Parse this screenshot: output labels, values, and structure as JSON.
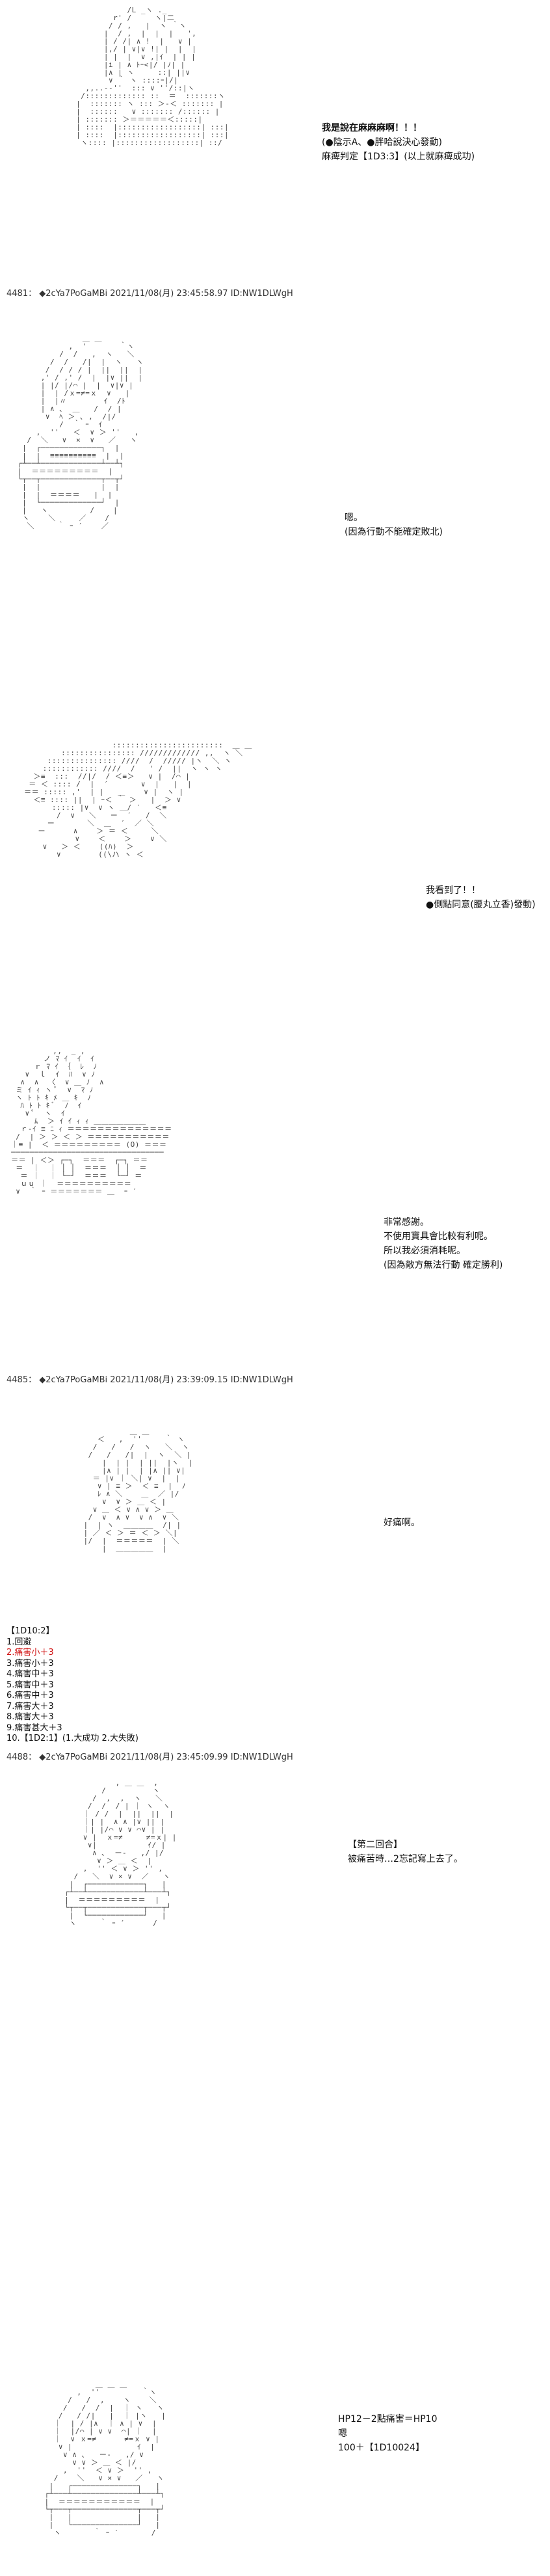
{
  "posts": [
    {
      "header": {
        "num": "4481：",
        "name": "◆2cYa7PoGaMBi",
        "date": "2021/11/08(月) 23:45:58.97",
        "id": "ID:NW1DLWgH"
      }
    },
    {
      "header": {
        "num": "4485：",
        "name": "◆2cYa7PoGaMBi",
        "date": "2021/11/08(月) 23:39:09.15",
        "id": "ID:NW1DLWgH"
      }
    },
    {
      "header": {
        "num": "4488：",
        "name": "◆2cYa7PoGaMBi",
        "date": "2021/11/08(月) 23:45:09.99",
        "id": "ID:NW1DLWgH"
      }
    }
  ],
  "blocks": {
    "b1": [
      "我是說在麻麻麻啊！！！",
      "(●陰示A、●胖哈說決心發動)",
      "麻痺判定【1D3:3】(以上就麻痺成功)"
    ],
    "b2": [
      "嗯。",
      "(因為行動不能確定敗北)"
    ],
    "b3": [
      "我看到了！！",
      "●側點同意(腰丸立香)發動)"
    ],
    "b4": [
      "非常感謝。",
      "不使用寶具會比較有利呢。",
      "所以我必須消耗呢。",
      "(因為敵方無法行動 確定勝利)"
    ],
    "b5": [
      "好痛啊。"
    ],
    "b6": [
      "【第二回合】",
      "被痛苦時…2忘記寫上去了。"
    ],
    "b7": [
      "HP12－2點痛害＝HP10",
      "嗯",
      "100＋【1D10024】"
    ]
  },
  "roll": {
    "title": "【1D10:2】",
    "items": [
      "1.回避",
      "2.痛害小＋3",
      "3.痛害小＋3",
      "4.痛害中＋3",
      "5.痛害中＋3",
      "6.痛害中＋3",
      "7.痛害大＋3",
      "8.痛害大＋3",
      "9.痛害甚大＋3",
      "10.【1D2:1】(1.大成功 2.大失敗)"
    ]
  },
  "art": {
    "a1": "            /L _ヽ ._\n         r' /     ヽ|二\n        / / ,   |  ヽ ｀ヽ\n       |  / ,  |  |  |   ',\n       | / /| ∧ !  |   ∨ |\n       |,/ | ∨|∨ !| |  |  |\n       | |  |  ∨ ,|ｲ  | | |\n       |i | ∧ ﾄｰ<|/ |ﾉ| |\n       |∧ | ヽ     ::| ||∨\n        ∨ ｀ ヽ ::::ｰ|/|\n   ,,..--''  ::: ∨ ''/::|ヽ\n  /::::::::::::: ::  ＝  :::::::ヽ\n |  ::::::: ヽ ::: ＞-＜ ::::::: |\n |  ::::::   ∨ ::::::: /:::::: |\n | ::::::: ＞＝＝＝＝＝＜:::::|\n | ::::  |::::::::::::::::::| :::|\n | ::::  |::::::::::::::::::| :::|\n  ヽ:::: |::::::::::::::::::| ::/",
    "a2": "               ＿ ＿\n            ,  '       ｀ヽ\n          /  /   ,  ヽ   ＼\n        /  /   /|  |  ヽ   ヽ\n       /  / / / |  ||  ||  |\n      ,' / ,' /  |  |∨ ||  |\n      | |/ |/⌒ |  |  ∨|∨ |\n      |  | /ｘ=≠=ｘ  ∨   |\n      |  |〃        ｲ  /ﾄ\n      | ∧ ､  ＿   /  / |\n       ∨  ﾍ ＞ ､ ,  /|/\n          /  ｀ ｰ  ｲ\n     ,  ''   ＜  ∨ ＞ ''   ,\n   /  ＼   ∨  ×  ∨   ／   ヽ\n  |  ┌─────────────┐  |\n  |  |  ≡≡≡≡≡≡≡≡≡≡  |  |\n ┌┴──┴─────────────┴──┴┐\n |  ＝＝＝＝＝＝＝＝＝  |\n └┬──┬─────────────┬──┬┘\n  |  |             |  |\n  |  |  ＝＝＝＝   |  |\n  |  └─────────────┘  |\n  |   ヽ         /    |\n  ヽ    ＼     ／    /\n   ＼     ｀ ｰ ′    ／",
    "a3": "                    ::::::::::::::::::::::::  ＿ ＿\n         :::::::::::::::: ///////////// ,,  ヽ ＼\n      ::::::::::::::: ////  /  ///// |ヽ  ＼ ヽ\n     :::::::::::: ////  /   ' /  ||  ヽ ヽ ヽ\n   ＞≡  :::  //|/  / ＜≡＞   ∨ |  /⌒ |\n  ＝ ＜ :::: /  |  ′       ∨  |   |  |\n ＝＝ ::::: ,'  | |   ＿    ∨ |  ヽ |\n   ＜≡ :::: ||  | ｰ＜ ｀ ＞   |  ＞ ∨\n       ::::: |∨  ∨ ヽ ＿/ ′   ＜≡\n        /  ∨   ＼   ー  ′   /  ＼\n      ー       ＼  ＿  ′  ／ ＼\n    ー      ∧    ＞ ＝ ＜     ＼\n            ∨    ＜    ＞    ∨ ＼\n     ∨   ＞ ＜    ((ﾊ)  ＞\n        ∨        ((\\ハ ヽ ＜",
    "a4": "          ,,  _ ,\n        ノ ﾏ ｲ  ｲ  ｲ\n      ｒ ﾏ ｲ ｛  ﾚ  ﾉ\n    ∨  ｌ  ｲ  ﾊ  ∨ ﾉ\n   ∧  ∧  〈  ∨ ＿ ﾉ  ∧\n  ミ ｲ ｨ ヽ ﾟ  ∨  ﾏ ﾉ\n  ヽ ﾄ ﾄ ｷ ﾒ ＿ ｷ  ﾉ\n   ﾊ ﾄ ﾄ ｷ ﾞ  ﾉ  ｲ\n    ∨ ﾟ  ヽ  ｲ\n      ﾑ  ＞ ｲ ｲ ｨ ｨ ＿＿＿＿＿＿＿\n   ｒ-ｲ ≡ ﾆ ｨ ＝＝＝＝＝＝＝＝＝＝＝＝＝＝\n  /  | ＞ ＞ ＜ ＞ ＝＝＝＝＝＝＝＝＝＝＝\n ｜≡ |  ＜ ＝＝＝＝＝＝＝＝＝ (O) ＝＝＝\n ─────────────────────────────────\n ＝＝ | ＜＞ ┌─┐  ＝＝＝  ┌─┐ ＝＝\n  ＝  ｜  ｜ │ │  ＝＝＝  │ │  ＝\n   ＝ ｜  ｜ └─┘  ＝＝＝  └─┘ ＝\n   ｕｕ ｜  ＝＝＝＝＝＝＝＝＝＝\n  ∨  ｀ ｰ ＝＝＝＝＝＝＝ ＿  ｰ ′",
    "a5": "              ＿ ＿\n       ＜   ,  ''     ｀ ヽ\n      /   /   /  ヽ   ＼  ヽ\n     /   /   /|  |  ヽ  ＼ |\n        |  | |  | ||  |ヽ  |\n        |∧ | |  | |∧ || ∨|\n      ＝ |∨ ｜ ＼| ∨  |  |\n       ∨ | ≡ ＞  ＜ ≡  |  ﾉ\n       ﾚ ∧ ＼    ＿  ／ |/\n        ∨  ∨ ＞ ＿ ＜ |\n      ∨ ＿ ＜ ∨ ∧ ∨ ＞ ＿\n     /  ∨  ∧ ∨  ∨ ∧  ∨ ＼\n    |  | ヽ  ＿＿＿＿  /| |\n    | ／ ＜ ＞ ＝ ＜ ＞ ＼|\n    |/  |  ＝＝＝＝＝  | ＼\n        |  ＿＿＿＿＿  |",
    "a6": "             , ＿ ＿  ,\n          /          ヽ\n        /  ,  ,  ヽ   ＼\n       /  /  / | ｜ ヽ  ヽ\n      ｜ / /  |  ||  ||  |\n      ｜| |  ∧ ∧ |∨ || |\n      ｜| |/⌒ ∨ ∨ ⌒∨ | |\n      ∨ |  ｘ=≠     ≠=ｘ| |\n       ∨|           ｲ/ |\n        ∧ ､  ー-   ,/ |/\n         ∨ ＞ ＿ ＜  |\n      ,  '' ＜ ∨ ＞ '' ,\n    /   ＼  ∨ × ∨  ／   ヽ\n   |  ┌────────────┐   |\n  ┌┴──┴────────────┴───┴┐\n  |  ＝＝＝＝＝＝＝＝＝  |\n  └┬──┬────────────┬───┬┘\n   |  └────────────┘   |\n   ヽ     ｀ ｰ ′      /",
    "a7": "               ＿ ＿ ＿\n           ,  ''         ｀ヽ\n         /   /  ,    ヽ    ＼\n        /   /  /  |  ｜ ヽ   ヽ\n       /   / /|   |  ｜ |ヽ   |\n      ｜  | / |∧  ｜ ∧ | ∨  |\n      ｜  |/⌒ | ∨ ∨  ⌒| ｜  |\n      ｜  ∨ ｘ=≠      ≠=ｘ ∨ |\n       ∨ |              ｲ  |\n        ∨ ∧ ､   ー-   ,/ ∨\n          ∨ ∨ ＞ ＿ ＜ |/\n        ,  ''  ＜ ∨ ＞  '' ,\n      /    ＼   ∨ × ∨   ／   ヽ\n     |   ┌──────────────┐   |\n    ┌┴───┴──────────────┴───┴┐\n    |  ＝＝＝＝＝＝＝＝＝＝＝  |\n    └┬───┬──────────────┬───┬┘\n     |   |              |   |\n     |   └──────────────┘   |\n      ヽ       ｀ ｰ ′       /"
  }
}
